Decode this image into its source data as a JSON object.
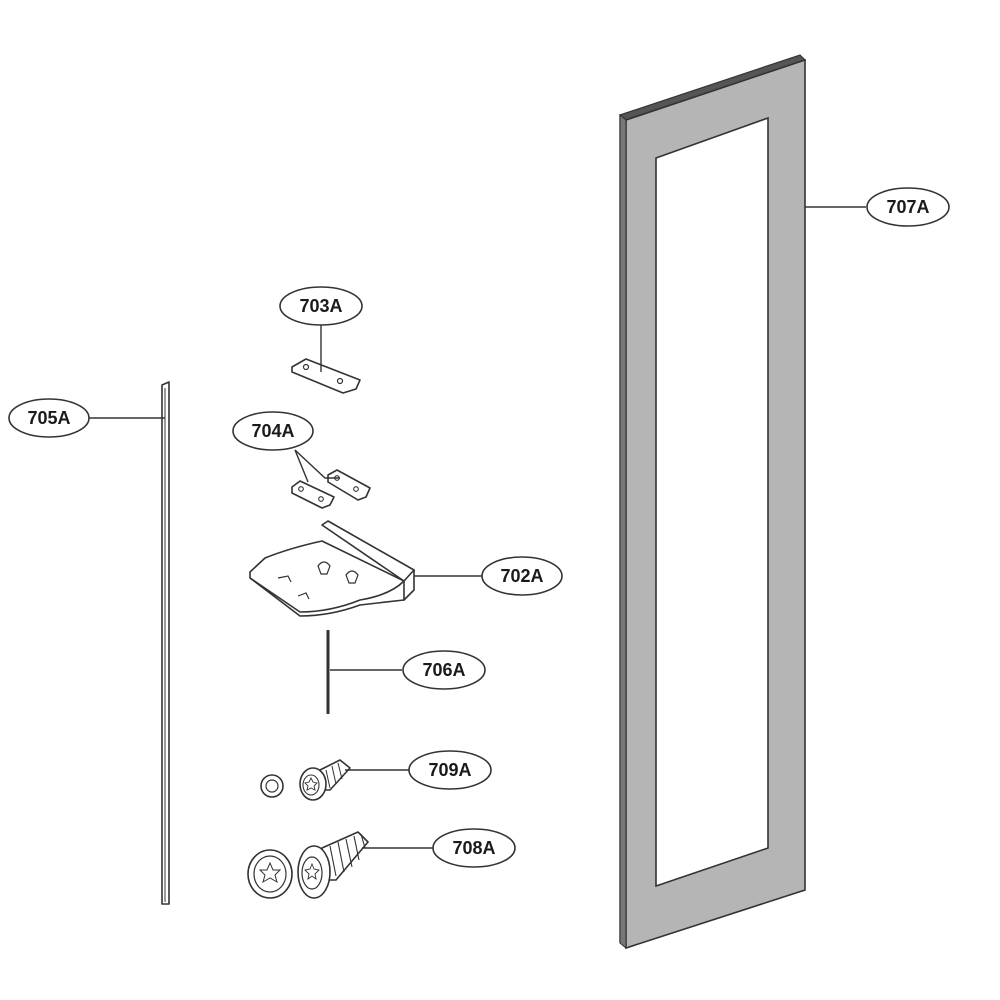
{
  "diagram": {
    "colors": {
      "frame_fill": "#b5b5b5",
      "frame_edge": "#555555",
      "part_fill": "#ffffff",
      "line": "#333333"
    },
    "labels": {
      "p707": "707A",
      "p703": "703A",
      "p705": "705A",
      "p704": "704A",
      "p702": "702A",
      "p706": "706A",
      "p709": "709A",
      "p708": "708A"
    }
  }
}
